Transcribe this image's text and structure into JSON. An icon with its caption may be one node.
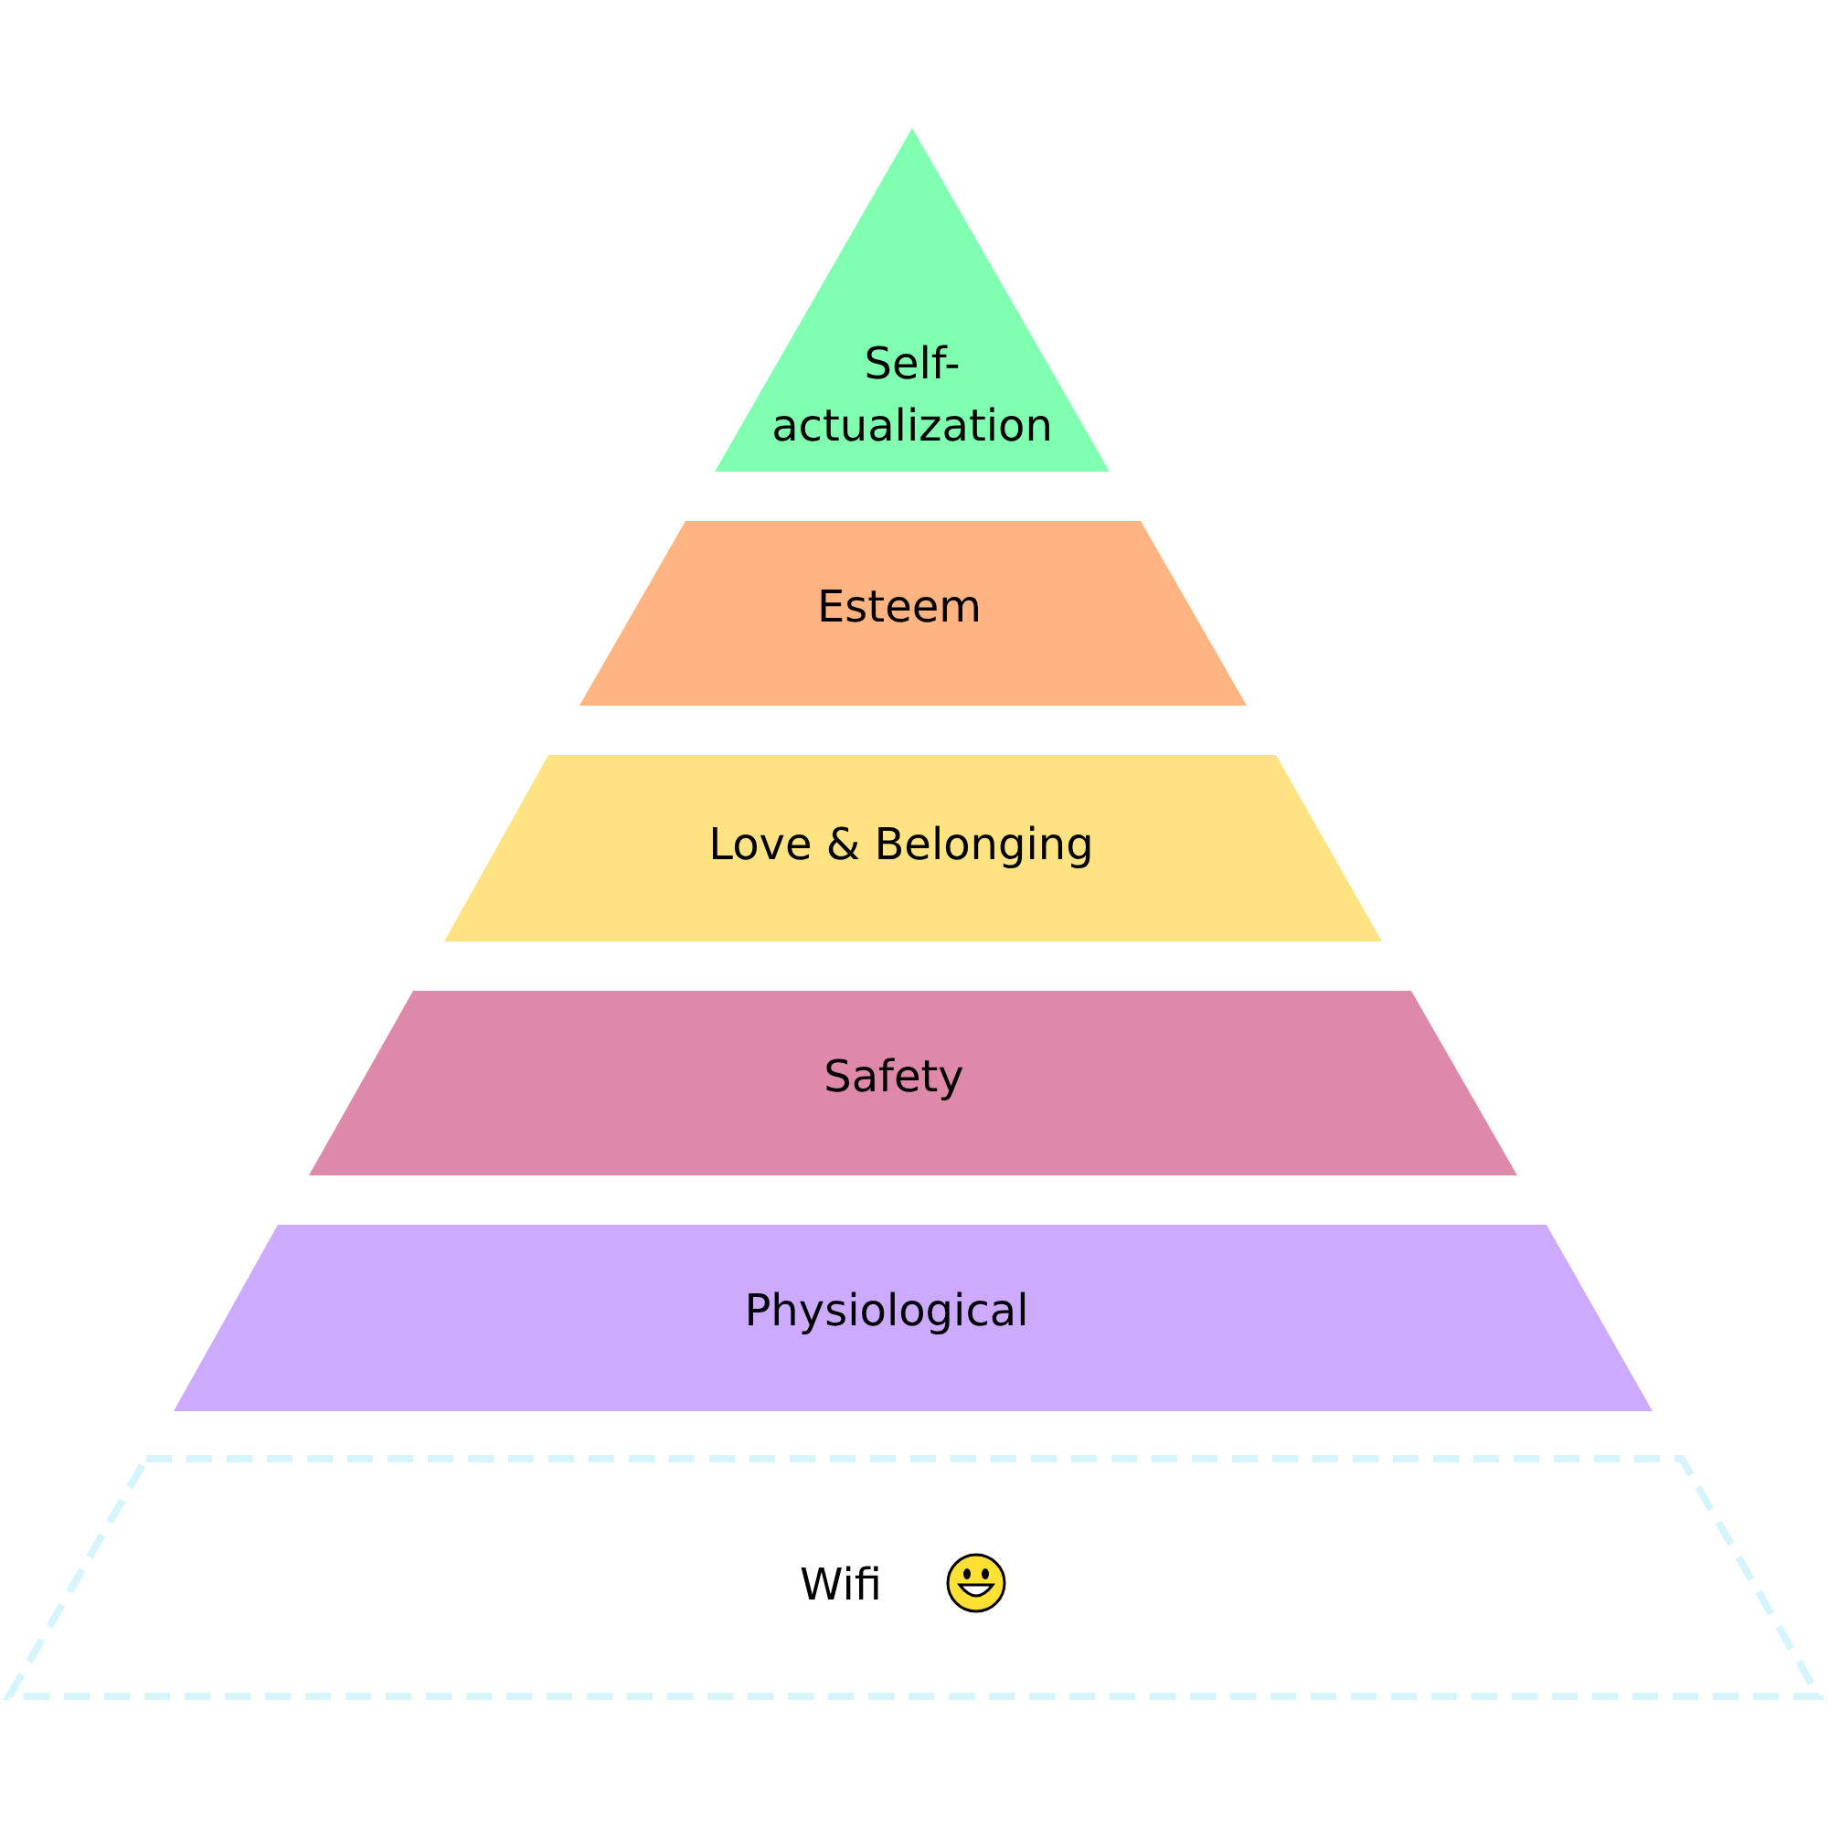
{
  "diagram": {
    "nodes": [
      {
        "text": [
          "Self-actualization"
        ]
      },
      {
        "text": [
          "Esteem"
        ]
      },
      {
        "text": [
          "Love & Belonging"
        ]
      },
      {
        "text": [
          "Safety"
        ]
      },
      {
        "text": [
          "Physiological"
        ]
      },
      {
        "text": [
          "Wifi"
        ]
      }
    ]
  }
}
